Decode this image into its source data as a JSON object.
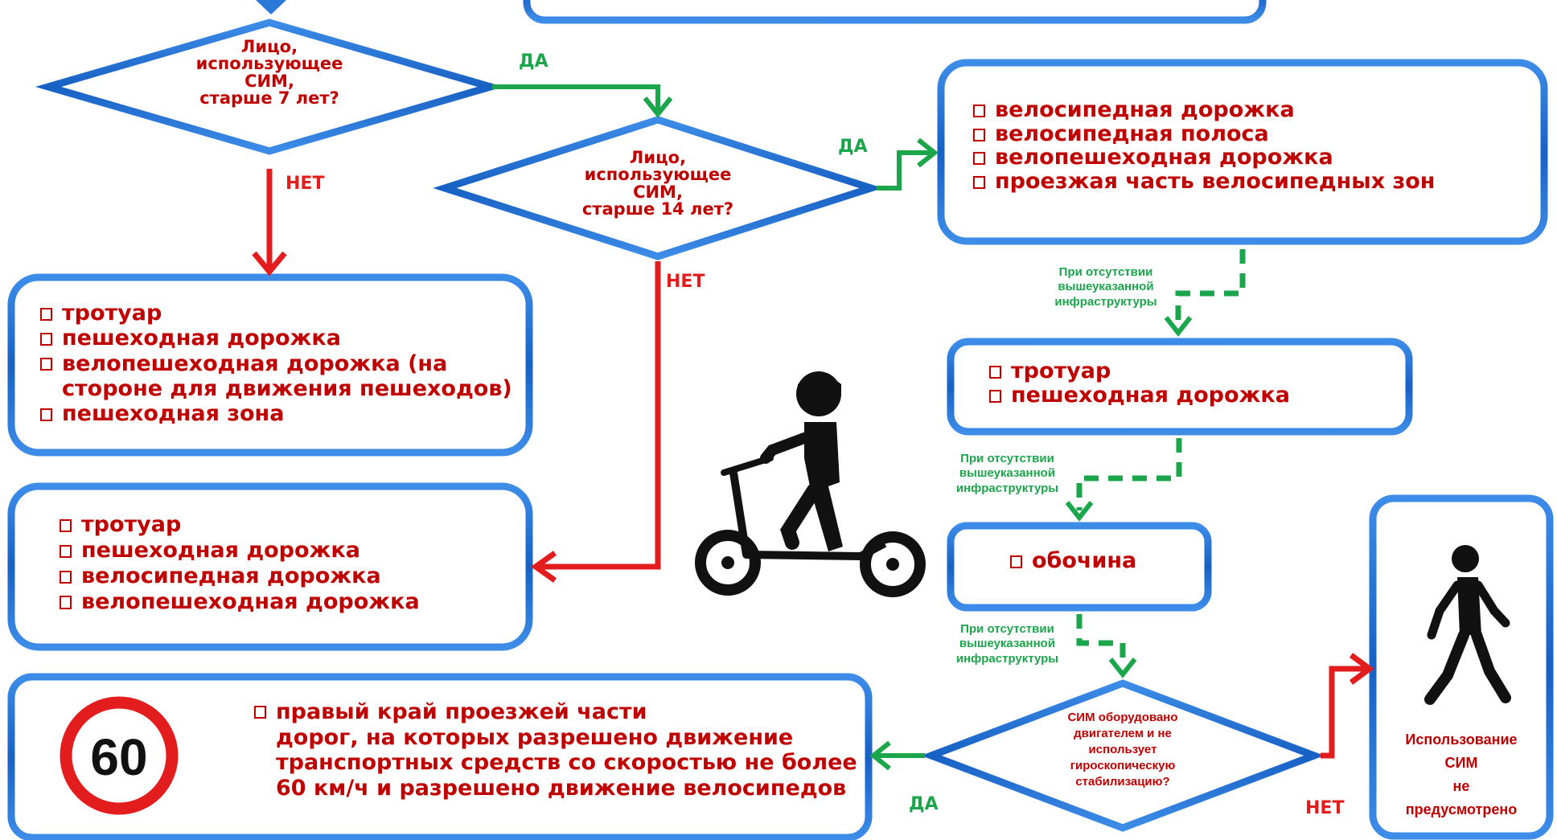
{
  "decisions": {
    "age7": "Лицо,\nиспользующее\nСИМ,\nстарше 7 лет?",
    "age14": "Лицо,\nиспользующее\nСИМ,\nстарше 14 лет?",
    "motor": "СИМ оборудовано\nдвигателем и не\nиспользует\nгироскопическую\nстабилизацию?"
  },
  "labels": {
    "yes": "ДА",
    "no": "НЕТ",
    "absent_infra": "При отсутствии\nвышеуказанной\nинфраструктуры"
  },
  "boxes": {
    "bike_infra": [
      "велосипедная дорожка",
      "велосипедная полоса",
      "велопешеходная дорожка",
      "проезжая часть велосипедных зон"
    ],
    "sidewalk_after_bike": [
      "тротуар",
      "пешеходная дорожка"
    ],
    "shoulder": [
      "обочина"
    ],
    "under7": [
      "тротуар",
      "пешеходная дорожка",
      "велопешеходная дорожка (на\nстороне для движения пешеходов)",
      "пешеходная зона"
    ],
    "age7_14": [
      "тротуар",
      "пешеходная дорожка",
      "велосипедная дорожка",
      "велопешеходная дорожка"
    ],
    "road_edge": [
      "правый край проезжей части\nдорог, на которых разрешено движение\nтранспортных средств со скоростью не более\n60 км/ч и разрешено движение велосипедов"
    ]
  },
  "speed_sign": "60",
  "not_allowed": "Использование\nСИМ\nне\nпредусмотрено",
  "colors": {
    "frame": "#1b6fd0",
    "text": "#c00000",
    "yes_arrow": "#1ca64c",
    "no_arrow": "#e31d1d"
  },
  "icons": [
    "scooter-rider-icon",
    "pedestrian-icon",
    "speed-limit-sign-icon"
  ]
}
